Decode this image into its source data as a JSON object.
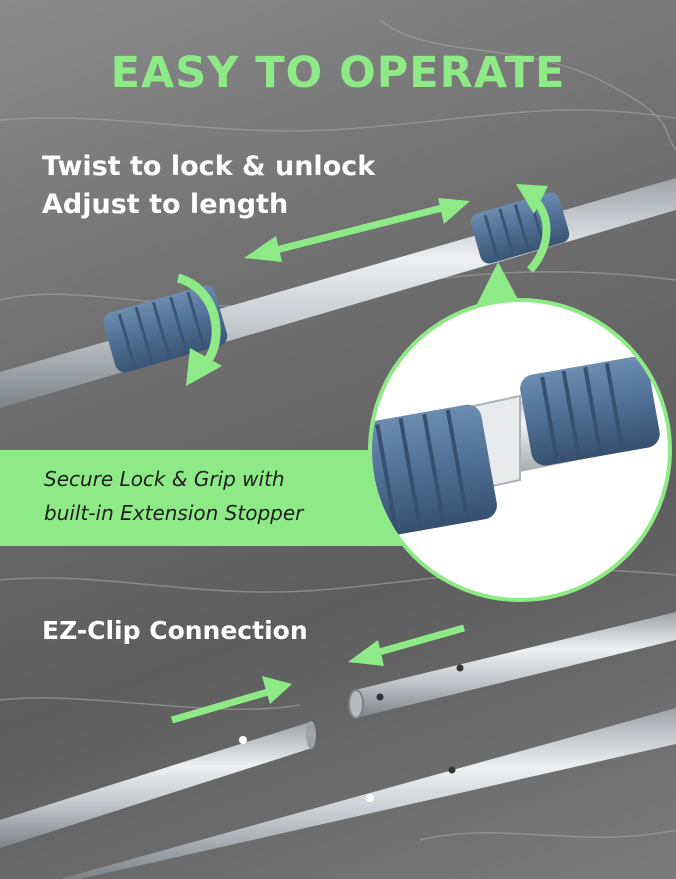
{
  "headline": "EASY TO OPERATE",
  "caption_line_1": "Twist to lock & unlock",
  "caption_line_2": "Adjust to length",
  "banner_line_1": "Secure Lock & Grip with",
  "banner_line_2": "built-in Extension Stopper",
  "clip_caption": "EZ-Clip Connection",
  "colors": {
    "accent_green": "#8eea86",
    "lock_blue": "#4f6e94",
    "pole_silver": "#c9cdd1",
    "text_white": "#ffffff"
  },
  "icons": [
    "arrow-double-icon",
    "rotate-arrow-icon",
    "pole-lock-image",
    "pole-clip-image"
  ]
}
